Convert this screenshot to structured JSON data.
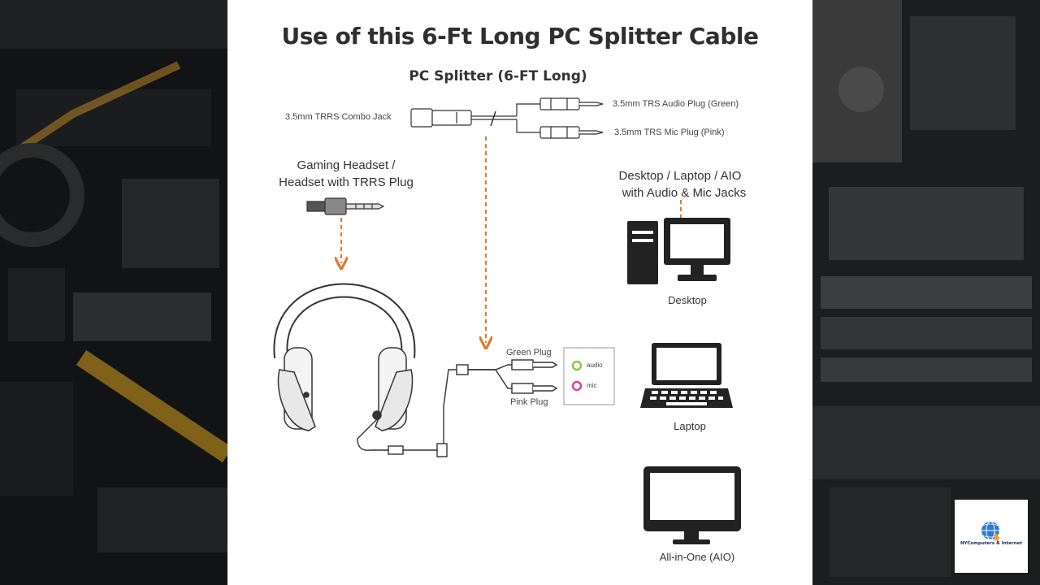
{
  "title": "Use of this 6-Ft Long PC Splitter Cable",
  "splitter": {
    "label": "PC Splitter (6-FT Long)",
    "combo_jack": "3.5mm TRRS Combo Jack",
    "audio_plug": "3.5mm TRS Audio Plug (Green)",
    "mic_plug": "3.5mm TRS Mic Plug (Pink)"
  },
  "headset": {
    "label_line1": "Gaming Headset /",
    "label_line2": "Headset with TRRS Plug"
  },
  "plugs": {
    "green": "Green Plug",
    "pink": "Pink Plug"
  },
  "jacks": {
    "audio": "audio",
    "mic": "mic"
  },
  "devices": {
    "header_line1": "Desktop / Laptop / AIO",
    "header_line2": "with Audio & Mic Jacks",
    "desktop": "Desktop",
    "laptop": "Laptop",
    "aio": "All-in-One (AIO)"
  },
  "logo_text": "NYComputers & Internet",
  "colors": {
    "accent_arrow": "#e07a2e",
    "audio_jack": "#8cc63f",
    "mic_jack": "#d9468a",
    "line_art": "#333333"
  }
}
